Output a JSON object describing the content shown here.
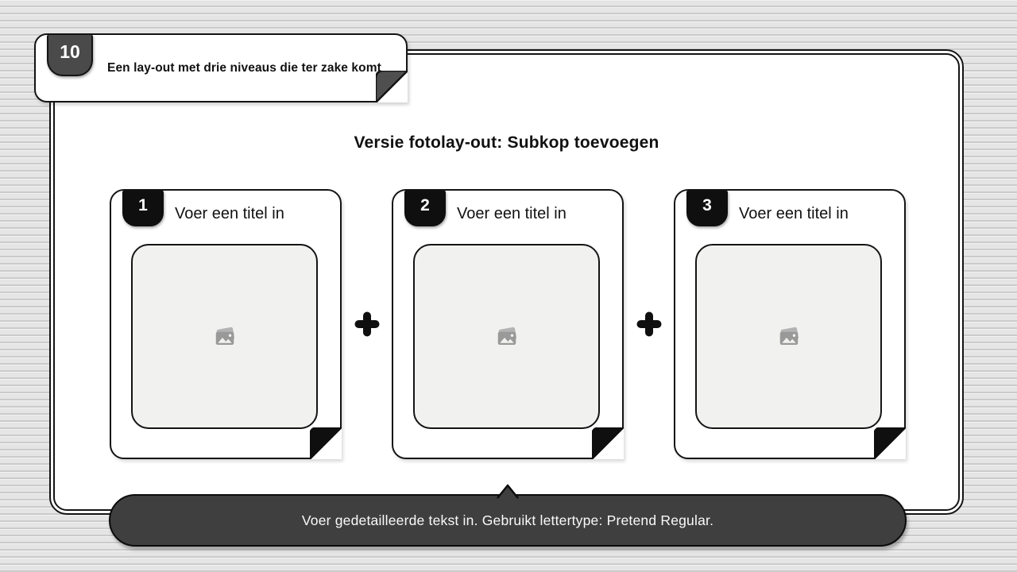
{
  "header": {
    "number": "10",
    "title": "Een lay-out met drie niveaus die ter zake komt"
  },
  "slide": {
    "title": "Versie fotolay-out: Subkop toevoegen",
    "cards": [
      {
        "number": "1",
        "title": "Voer een titel in",
        "icon": "image-placeholder-icon"
      },
      {
        "number": "2",
        "title": "Voer een titel in",
        "icon": "image-placeholder-icon"
      },
      {
        "number": "3",
        "title": "Voer een titel in",
        "icon": "image-placeholder-icon"
      }
    ],
    "separator_icon": "plus-icon"
  },
  "footer": {
    "text": "Voer gedetailleerde tekst in. Gebruikt lettertype: Pretend Regular."
  },
  "colors": {
    "header_badge": "#4a4a4a",
    "card_badge": "#0f0f0f",
    "border": "#141414",
    "footer_bg": "#3f3f3f",
    "placeholder_bg": "#f1f1f0",
    "placeholder_icon": "#9c9c9c",
    "stripe_light": "#e5e5e5",
    "stripe_dark": "#cbcbcb"
  }
}
